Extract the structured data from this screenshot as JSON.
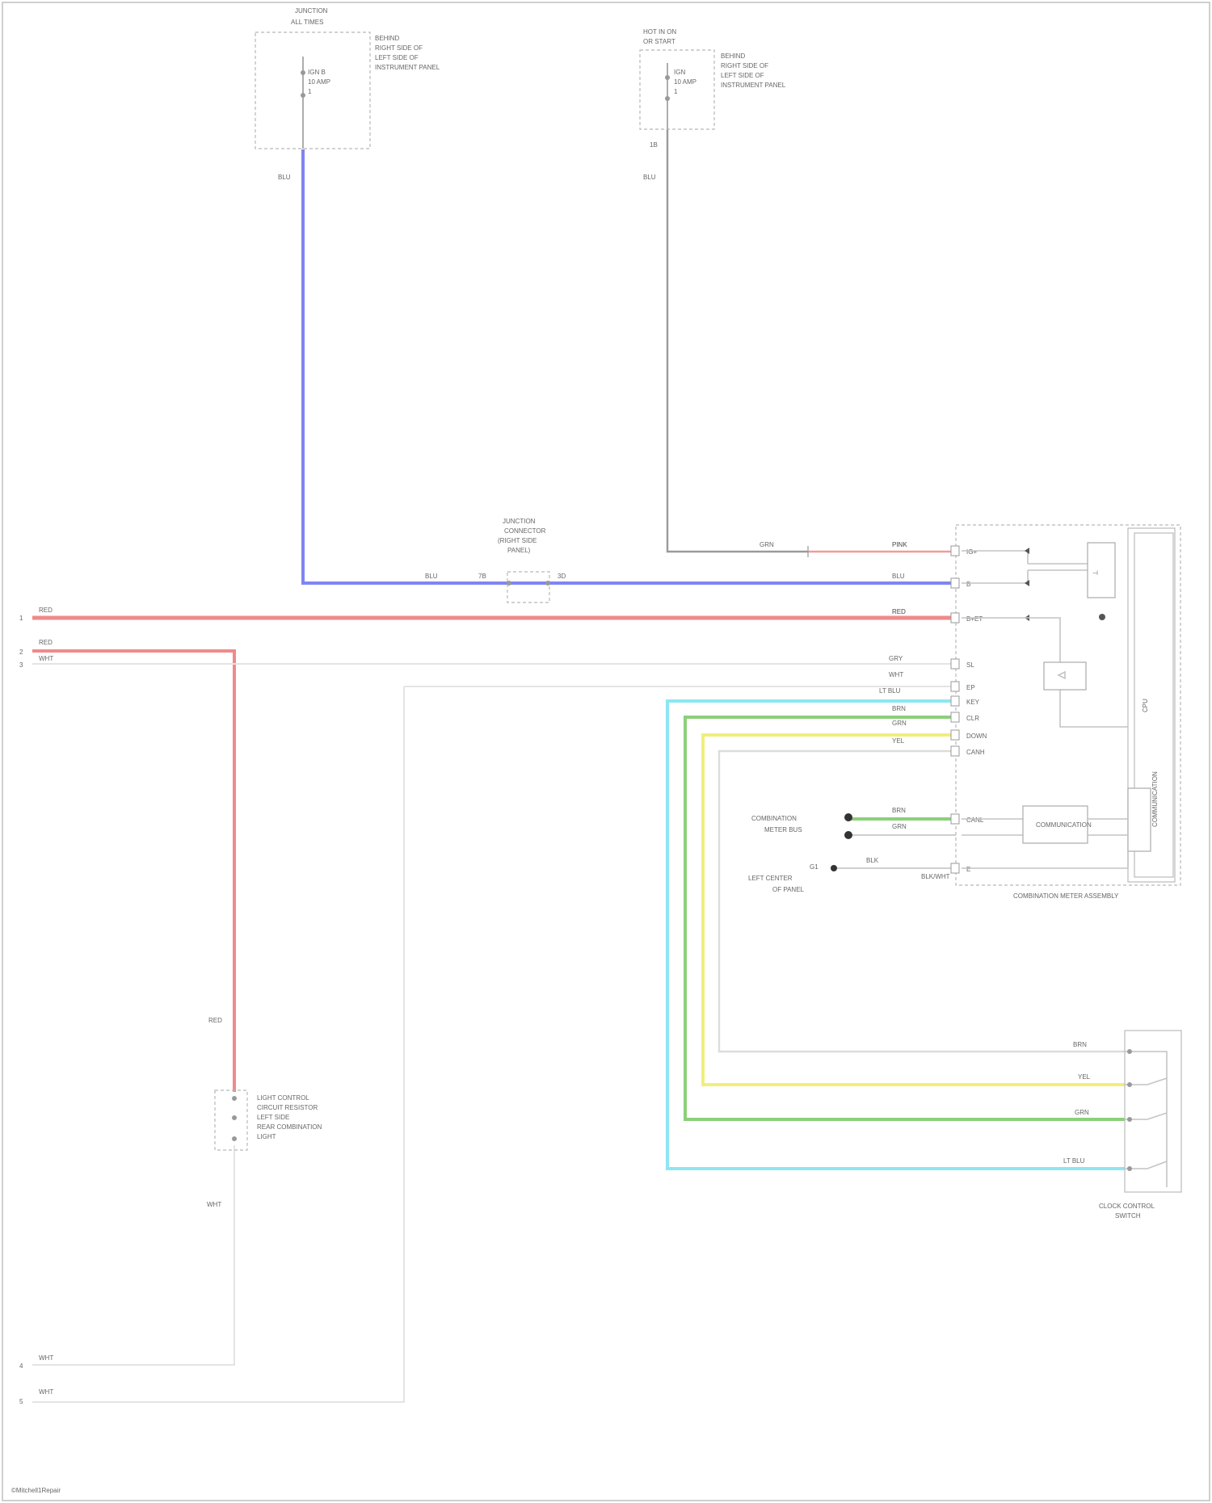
{
  "components": {
    "fuse_left": {
      "title": [
        "JUNCTION",
        "ALL TIMES"
      ],
      "location": [
        "BEHIND",
        "RIGHT SIDE OF",
        "LEFT SIDE OF",
        "INSTRUMENT PANEL"
      ],
      "fuse": [
        "IGN B",
        "10 AMP",
        "1"
      ]
    },
    "fuse_right": {
      "title": [
        "HOT IN ON",
        "OR START"
      ],
      "location": [
        "BEHIND",
        "RIGHT SIDE OF",
        "LEFT SIDE OF",
        "INSTRUMENT PANEL"
      ],
      "fuse": [
        "IGN",
        "10 AMP",
        "1"
      ]
    },
    "jumper": [
      "JUNCTION",
      "CONNECTOR",
      "(RIGHT SIDE",
      "PANEL)"
    ],
    "module": {
      "name": "COMBINATION METER ASSEMBLY",
      "inner_labels": [
        "CPU",
        "COMMUNICATION"
      ],
      "pins": [
        "IG+",
        "B",
        "B+ET",
        "SL",
        "EP",
        "KEY",
        "CLR",
        "DOWN",
        "CANH",
        "CANL",
        "E"
      ],
      "wire_labels": [
        "PINK",
        "BLU",
        "RED",
        "GRY",
        "WHT",
        "LT BLU",
        "BRN",
        "GRN",
        "YEL",
        "BRN",
        "GRN",
        "BLK",
        "BLK/WHT"
      ]
    },
    "can_bus": [
      "COMBINATION",
      "METER BUS"
    ],
    "ground": [
      "G1",
      "LEFT CENTER",
      "OF PANEL"
    ],
    "steering_switch": {
      "name": [
        "CLOCK CONTROL",
        "SWITCH"
      ],
      "wires": [
        "BRN",
        "YEL",
        "GRN",
        "LT BLU"
      ]
    },
    "light_connector": {
      "name": [
        "LIGHT CONTROL",
        "CIRCUIT RESISTOR",
        "LEFT SIDE",
        "REAR COMBINATION",
        "LIGHT"
      ]
    }
  },
  "wires": {
    "fuse_left_out": "BLU",
    "fuse_right_out": "BLU",
    "fuse_right_pin": "1B",
    "gray_right": "GRN",
    "gray_right_b": "PINK",
    "jumper_in": "BLU",
    "jumper_pin_in": "7B",
    "jumper_pin_out": "3D",
    "jumper_out": "BLU",
    "red_main": "RED",
    "red_branch": "RED",
    "red_branch_b": "WHT",
    "red_down": "RED",
    "light_out": "WHT",
    "bottom_left_a": "WHT",
    "bottom_left_b": "WHT"
  },
  "edges": {
    "left": [
      "1",
      "2",
      "3"
    ],
    "bottom": [
      "4",
      "5"
    ]
  },
  "footer": "©Mitchell1Repair"
}
